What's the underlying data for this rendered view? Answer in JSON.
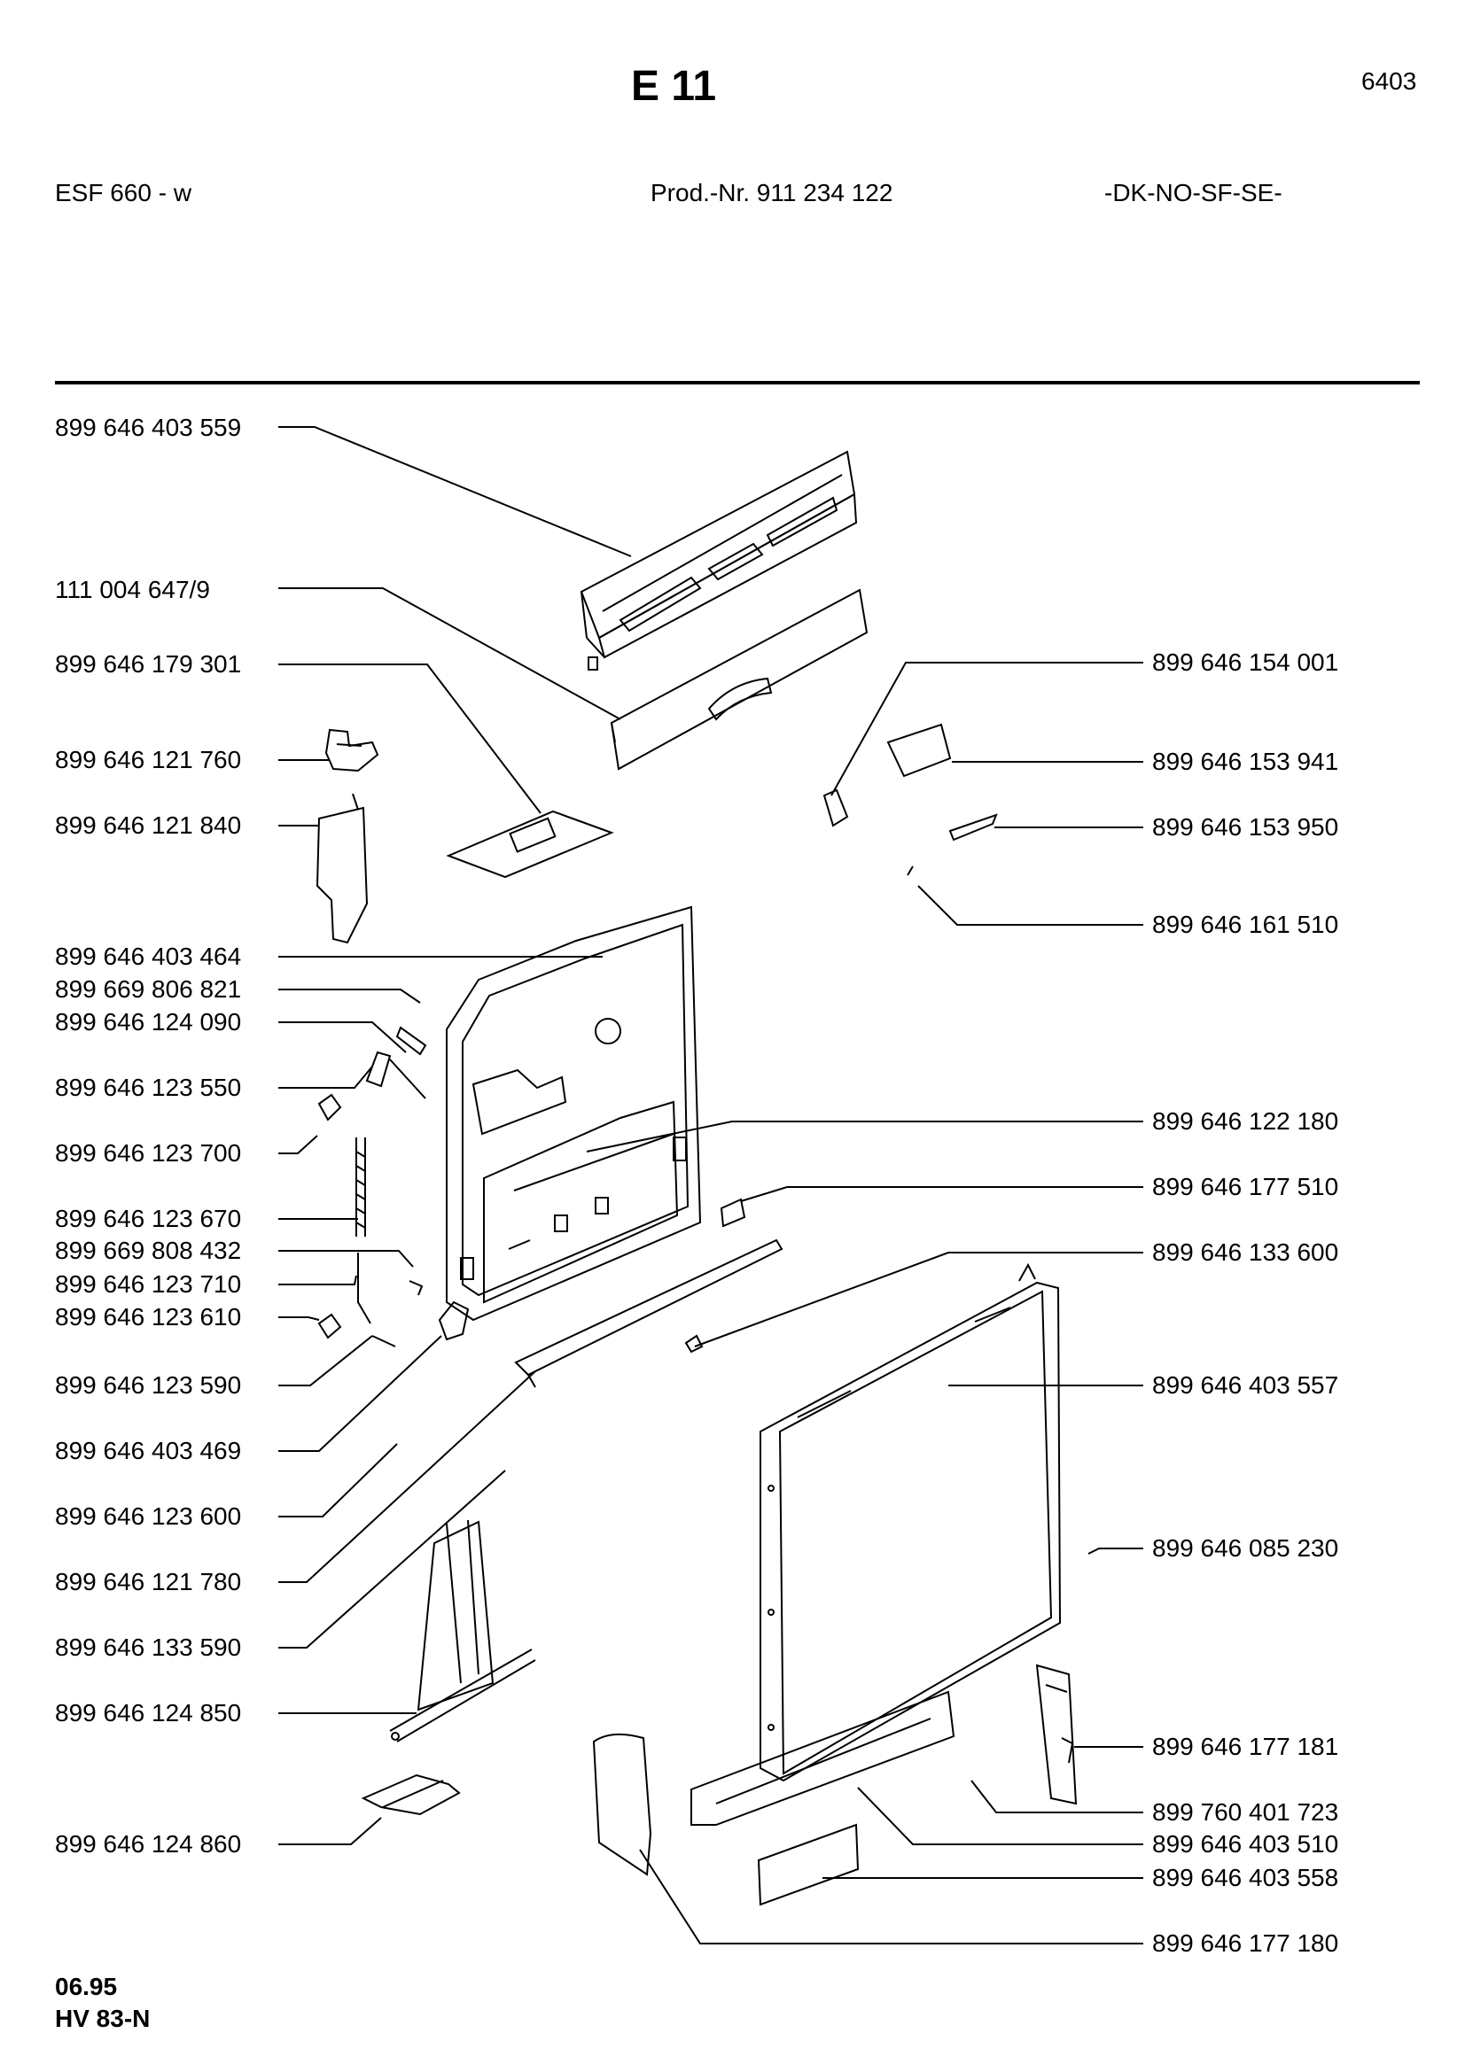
{
  "header": {
    "title": "E 11",
    "code": "6403",
    "model": "ESF 660 - w",
    "prod_nr": "Prod.-Nr. 911 234 122",
    "countries": "-DK-NO-SF-SE-"
  },
  "left_parts": [
    "899 646 403 559",
    "111 004 647/9",
    "899 646 179 301",
    "899 646 121 760",
    "899 646 121 840",
    "899 646 403 464",
    "899 669 806 821",
    "899 646 124 090",
    "899 646 123 550",
    "899 646 123 700",
    "899 646 123 670",
    "899 669 808 432",
    "899 646 123 710",
    "899 646 123 610",
    "899 646 123 590",
    "899 646 403 469",
    "899 646 123 600",
    "899 646 121 780",
    "899 646 133 590",
    "899 646 124 850",
    "899 646 124 860"
  ],
  "right_parts": [
    "899 646 154 001",
    "899 646 153 941",
    "899 646 153 950",
    "899 646 161 510",
    "899 646 122 180",
    "899 646 177 510",
    "899 646 133 600",
    "899 646 403 557",
    "899 646 085 230",
    "899 646 177 181",
    "899 760 401 723",
    "899 646 403 510",
    "899 646 403 558",
    "899 646 177 180"
  ],
  "footer": {
    "date": "06.95",
    "series": "HV 83-N"
  }
}
